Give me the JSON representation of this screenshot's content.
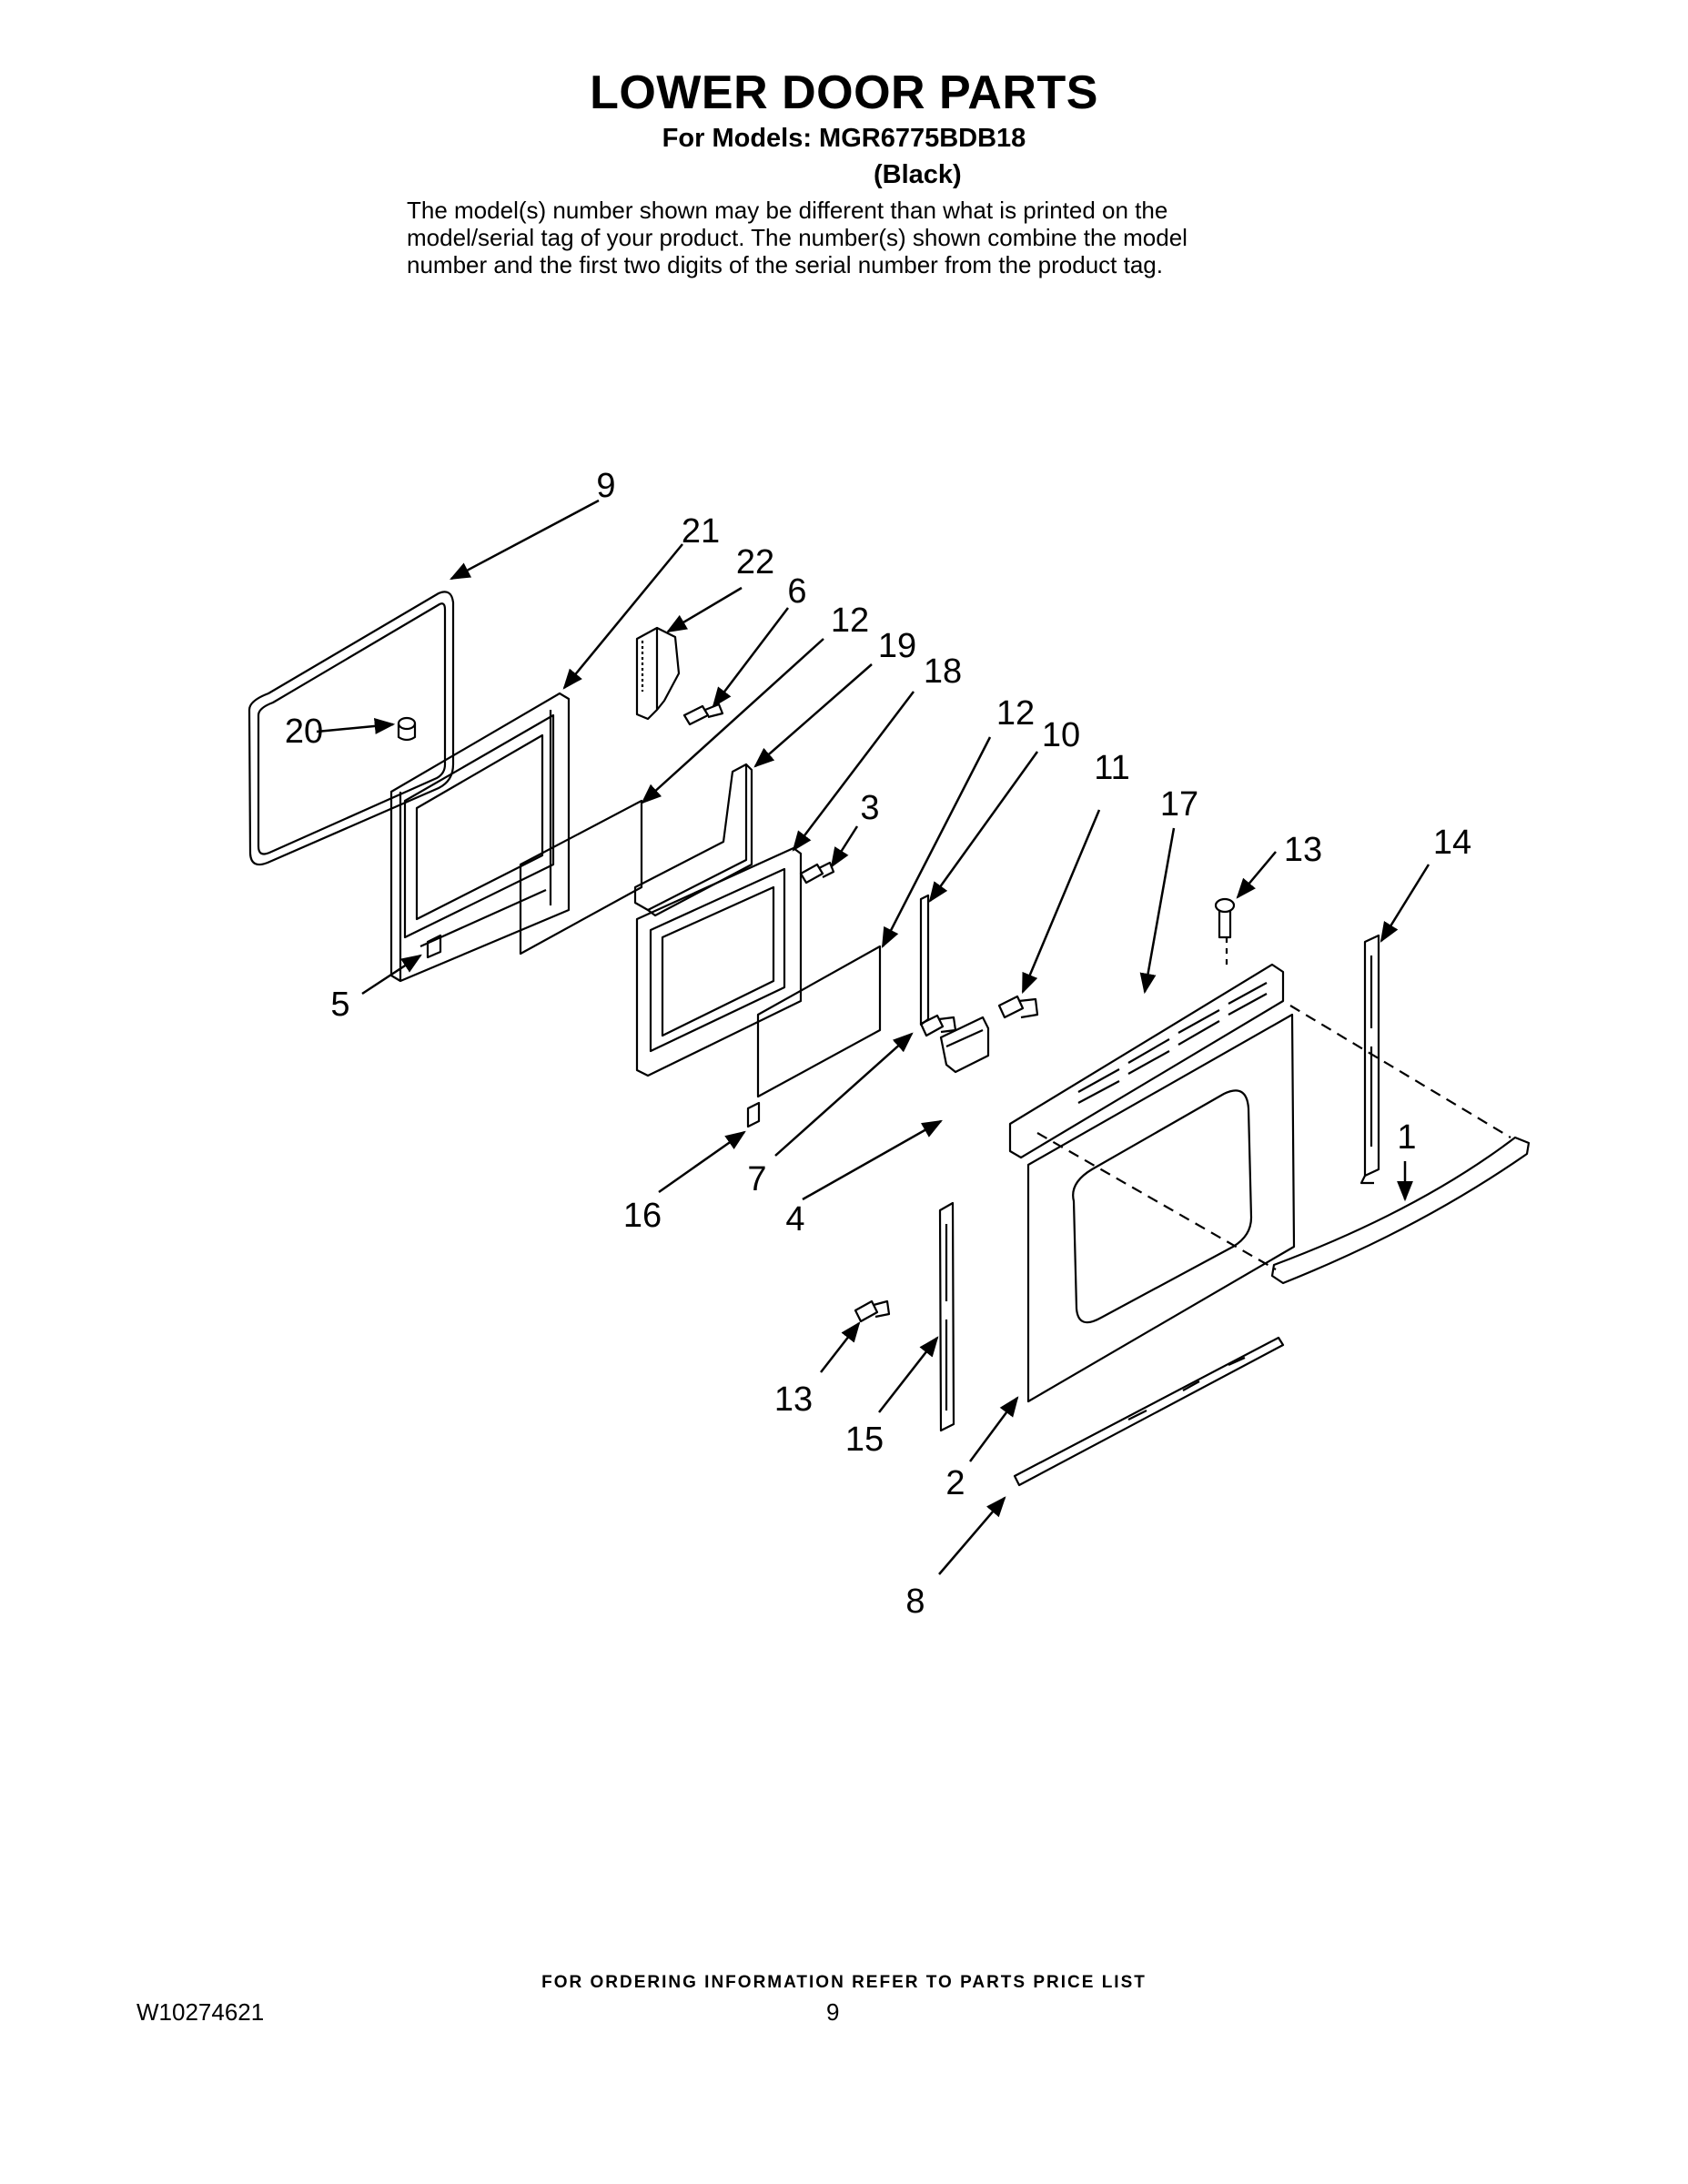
{
  "header": {
    "title": "LOWER DOOR PARTS",
    "models_line": "For Models: MGR6775BDB18",
    "variant": "(Black)",
    "notice_lines": [
      "The model(s) number shown may be different than what is printed on the",
      "model/serial tag of your product. The number(s) shown combine the model",
      "number and the first two digits of the serial number from the product tag."
    ]
  },
  "callouts": [
    "9",
    "21",
    "22",
    "6",
    "12",
    "19",
    "18",
    "20",
    "12",
    "10",
    "11",
    "3",
    "17",
    "13",
    "14",
    "5",
    "1",
    "7",
    "16",
    "4",
    "13",
    "15",
    "2",
    "8"
  ],
  "footer": {
    "ordering_note": "FOR ORDERING INFORMATION REFER TO PARTS PRICE LIST",
    "document_number": "W10274621",
    "page_number": "9"
  }
}
